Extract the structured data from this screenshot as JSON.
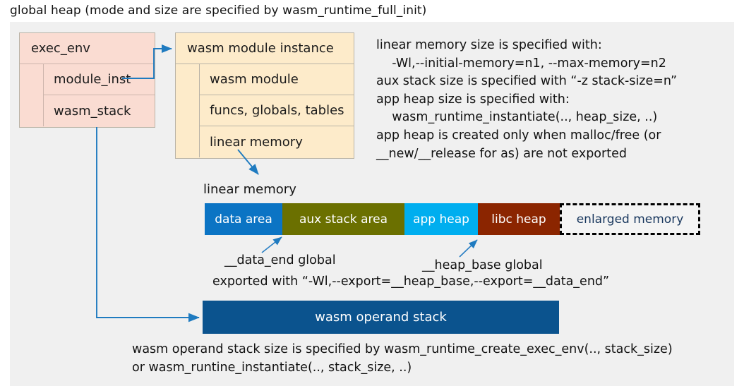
{
  "title": "global heap (mode and size are specified by wasm_runtime_full_init)",
  "colors": {
    "panel_bg": "#f0f0f0",
    "exec_env_fill": "#fadcd2",
    "module_instance_fill": "#fdebca",
    "box_border": "#b9b3a6",
    "arrow": "#1f7bc0",
    "data_area": "#0b74c4",
    "aux_stack_area": "#6b7000",
    "app_heap": "#00aeef",
    "libc_heap": "#8b2500",
    "enlarged_memory_text": "#17365d",
    "enlarged_memory_border": "#000000",
    "operand_stack": "#0b538e"
  },
  "exec_env_box": {
    "header": "exec_env",
    "rows": [
      {
        "label": "module_inst"
      },
      {
        "label": "wasm_stack"
      }
    ]
  },
  "module_instance_box": {
    "header": "wasm module instance",
    "rows": [
      {
        "label": "wasm module"
      },
      {
        "label": "funcs, globals, tables"
      },
      {
        "label": "linear memory"
      }
    ]
  },
  "notes": {
    "right_block": "linear memory size is specified with:\n    -Wl,--initial-memory=n1, --max-memory=n2\naux stack size is specified with “-z stack-size=n”\napp heap size is specified with:\n    wasm_runtime_instantiate(.., heap_size, ..)\napp heap is created only when malloc/free (or\n__new/__release for as) are not exported",
    "bottom_block": "wasm operand stack size is specified by wasm_runtime_create_exec_env(.., stack_size)\nor wasm_runtine_instantiate(.., stack_size, ..)"
  },
  "linear_memory": {
    "caption": "linear memory",
    "segments": [
      {
        "label": "data area",
        "color": "#0b74c4",
        "width": 110
      },
      {
        "label": "aux stack area",
        "color": "#6b7000",
        "width": 173
      },
      {
        "label": "app heap",
        "color": "#00aeef",
        "width": 104
      },
      {
        "label": "libc heap",
        "color": "#8b2500",
        "width": 116
      },
      {
        "label": "enlarged memory",
        "color": "#f4f4f4",
        "width": 199,
        "dashed": true
      }
    ]
  },
  "annotations": {
    "data_end": "__data_end global",
    "heap_base": "__heap_base global",
    "exported_with": "exported with “-Wl,--export=__heap_base,--export=__data_end”"
  },
  "operand_stack": {
    "label": "wasm operand stack"
  }
}
